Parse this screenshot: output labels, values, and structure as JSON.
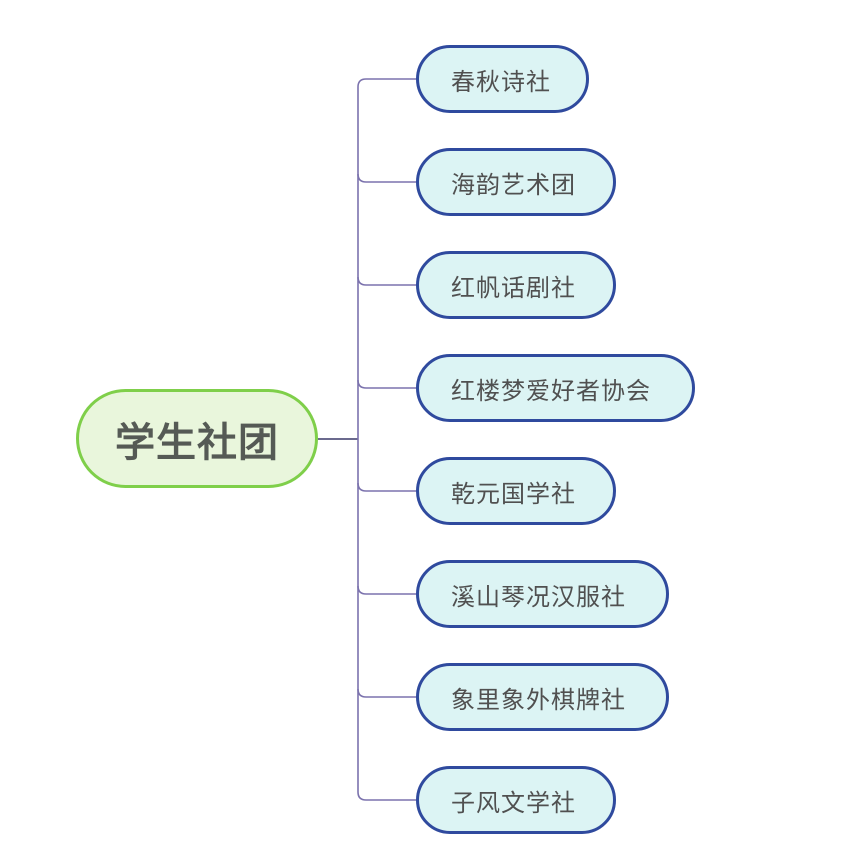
{
  "diagram": {
    "root": {
      "label": "学生社团"
    },
    "children": [
      {
        "label": "春秋诗社"
      },
      {
        "label": "海韵艺术团"
      },
      {
        "label": "红帆话剧社"
      },
      {
        "label": "红楼梦爱好者协会"
      },
      {
        "label": "乾元国学社"
      },
      {
        "label": "溪山琴况汉服社"
      },
      {
        "label": "象里象外棋牌社"
      },
      {
        "label": "子风文学社"
      }
    ],
    "colors": {
      "root_border": "#7fcf4a",
      "root_fill": "#e9f6dc",
      "root_text": "#555a55",
      "child_border": "#2f4a9e",
      "child_fill": "#dcf4f4",
      "child_text": "#505050",
      "connector_root": "#6b6a8e",
      "connector_branch": "#7b72ad"
    }
  }
}
